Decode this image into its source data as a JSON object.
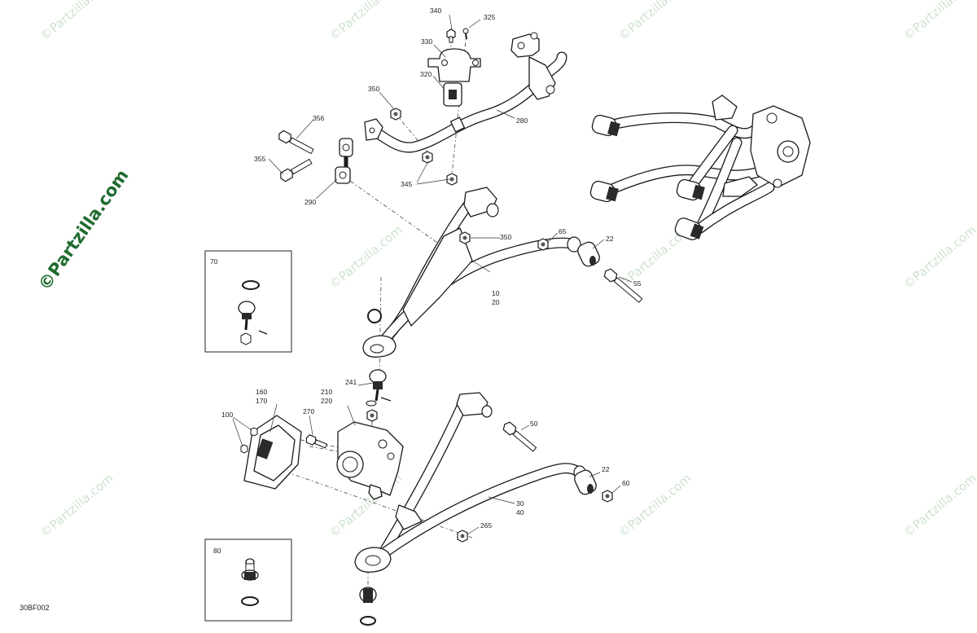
{
  "watermarks": {
    "small": "©Partzilla.com",
    "large": "©Partzilla.com"
  },
  "diagram_id": "30BF002",
  "callouts": {
    "c340": "340",
    "c325": "325",
    "c330": "330",
    "c320": "320",
    "c350a": "350",
    "c280": "280",
    "c356": "356",
    "c355": "355",
    "c290": "290",
    "c345": "345",
    "c350b": "350",
    "c65": "65",
    "c22a": "22",
    "c55": "55",
    "c10": "10",
    "c20": "20",
    "c70": "70",
    "c241": "241",
    "c160": "160",
    "c170": "170",
    "c210": "210",
    "c220": "220",
    "c100": "100",
    "c270": "270",
    "c50": "50",
    "c22b": "22",
    "c60": "60",
    "c30": "30",
    "c40": "40",
    "c265": "265",
    "c80": "80"
  }
}
